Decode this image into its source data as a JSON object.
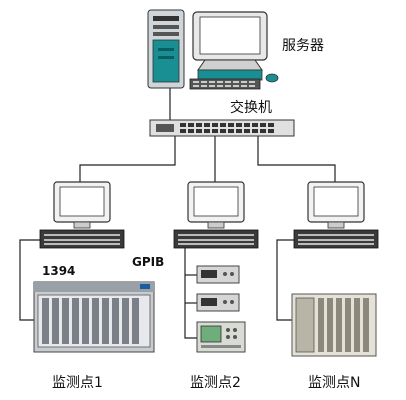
{
  "labels": {
    "server": "服务器",
    "switch": "交换机",
    "link_1394": "1394",
    "link_gpib": "GPIB",
    "station_1": "监测点1",
    "station_2": "监测点2",
    "station_n": "监测点N"
  },
  "icons": {
    "server_tower": "tower-computer-icon",
    "server_monitor": "crt-monitor-icon",
    "switch": "network-switch-icon",
    "workstation": "workstation-computer-icon",
    "chassis_1394": "pxi-chassis-icon",
    "instruments_gpib": "bench-instrument-icon",
    "chassis_n": "rack-chassis-icon"
  }
}
